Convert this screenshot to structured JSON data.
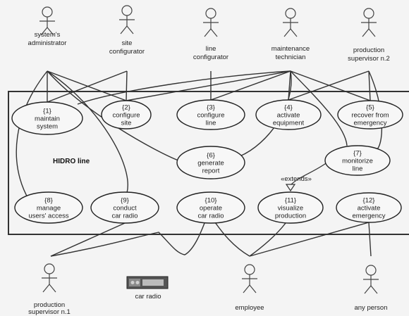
{
  "system": {
    "label": "HIDRO line"
  },
  "actors": [
    {
      "id": "sysadmin",
      "icon": "stick-figure-icon",
      "lines": [
        "system's",
        "administrator"
      ]
    },
    {
      "id": "site-config",
      "icon": "stick-figure-icon",
      "lines": [
        "site",
        "configurator"
      ]
    },
    {
      "id": "line-config",
      "icon": "stick-figure-icon",
      "lines": [
        "line",
        "configurator"
      ]
    },
    {
      "id": "maint-tech",
      "icon": "stick-figure-icon",
      "lines": [
        "maintenance",
        "technician"
      ]
    },
    {
      "id": "prod-sup-2",
      "icon": "stick-figure-icon",
      "lines": [
        "production",
        "supervisor n.2"
      ]
    },
    {
      "id": "prod-sup-1",
      "icon": "stick-figure-icon",
      "lines": [
        "production",
        "supervisor n.1"
      ]
    },
    {
      "id": "car-radio",
      "icon": "car-radio-device-icon",
      "lines": [
        "car radio"
      ]
    },
    {
      "id": "employee",
      "icon": "stick-figure-icon",
      "lines": [
        "employee"
      ]
    },
    {
      "id": "any-person",
      "icon": "stick-figure-icon",
      "lines": [
        "any person"
      ]
    }
  ],
  "use_cases": [
    {
      "id": "uc1",
      "lines": [
        "{1}",
        "maintain",
        "system"
      ]
    },
    {
      "id": "uc2",
      "lines": [
        "{2}",
        "configure",
        "site"
      ]
    },
    {
      "id": "uc3",
      "lines": [
        "{3}",
        "configure",
        "line"
      ]
    },
    {
      "id": "uc4",
      "lines": [
        "{4}",
        "activate",
        "equipment"
      ]
    },
    {
      "id": "uc5",
      "lines": [
        "{5}",
        "recover from",
        "emergency"
      ]
    },
    {
      "id": "uc6",
      "lines": [
        "{6}",
        "generate",
        "report"
      ]
    },
    {
      "id": "uc7",
      "lines": [
        "{7}",
        "monitorize",
        "line"
      ]
    },
    {
      "id": "uc8",
      "lines": [
        "{8}",
        "manage",
        "users' access"
      ]
    },
    {
      "id": "uc9",
      "lines": [
        "{9}",
        "conduct",
        "car radio"
      ]
    },
    {
      "id": "uc10",
      "lines": [
        "{10}",
        "operate",
        "car radio"
      ]
    },
    {
      "id": "uc11",
      "lines": [
        "{11}",
        "visualize",
        "production"
      ]
    },
    {
      "id": "uc12",
      "lines": [
        "{12}",
        "activate",
        "emergency"
      ]
    }
  ],
  "extends": {
    "from": "uc7",
    "to": "uc11",
    "label": "«extends»"
  },
  "associations": [
    [
      "sysadmin",
      "uc1"
    ],
    [
      "sysadmin",
      "uc2"
    ],
    [
      "sysadmin",
      "uc6"
    ],
    [
      "sysadmin",
      "uc8"
    ],
    [
      "sysadmin",
      "uc9"
    ],
    [
      "site-config",
      "uc2"
    ],
    [
      "site-config",
      "uc1"
    ],
    [
      "line-config",
      "uc3"
    ],
    [
      "maint-tech",
      "uc1"
    ],
    [
      "maint-tech",
      "uc2"
    ],
    [
      "maint-tech",
      "uc3"
    ],
    [
      "maint-tech",
      "uc4"
    ],
    [
      "maint-tech",
      "uc5"
    ],
    [
      "maint-tech",
      "uc6"
    ],
    [
      "maint-tech",
      "uc7"
    ],
    [
      "prod-sup-2",
      "uc4"
    ],
    [
      "prod-sup-2",
      "uc5"
    ],
    [
      "prod-sup-2",
      "uc7"
    ],
    [
      "prod-sup-1",
      "uc9"
    ],
    [
      "prod-sup-1",
      "uc10"
    ],
    [
      "employee",
      "uc10"
    ],
    [
      "employee",
      "uc11"
    ],
    [
      "employee",
      "uc12"
    ],
    [
      "any-person",
      "uc12"
    ]
  ]
}
